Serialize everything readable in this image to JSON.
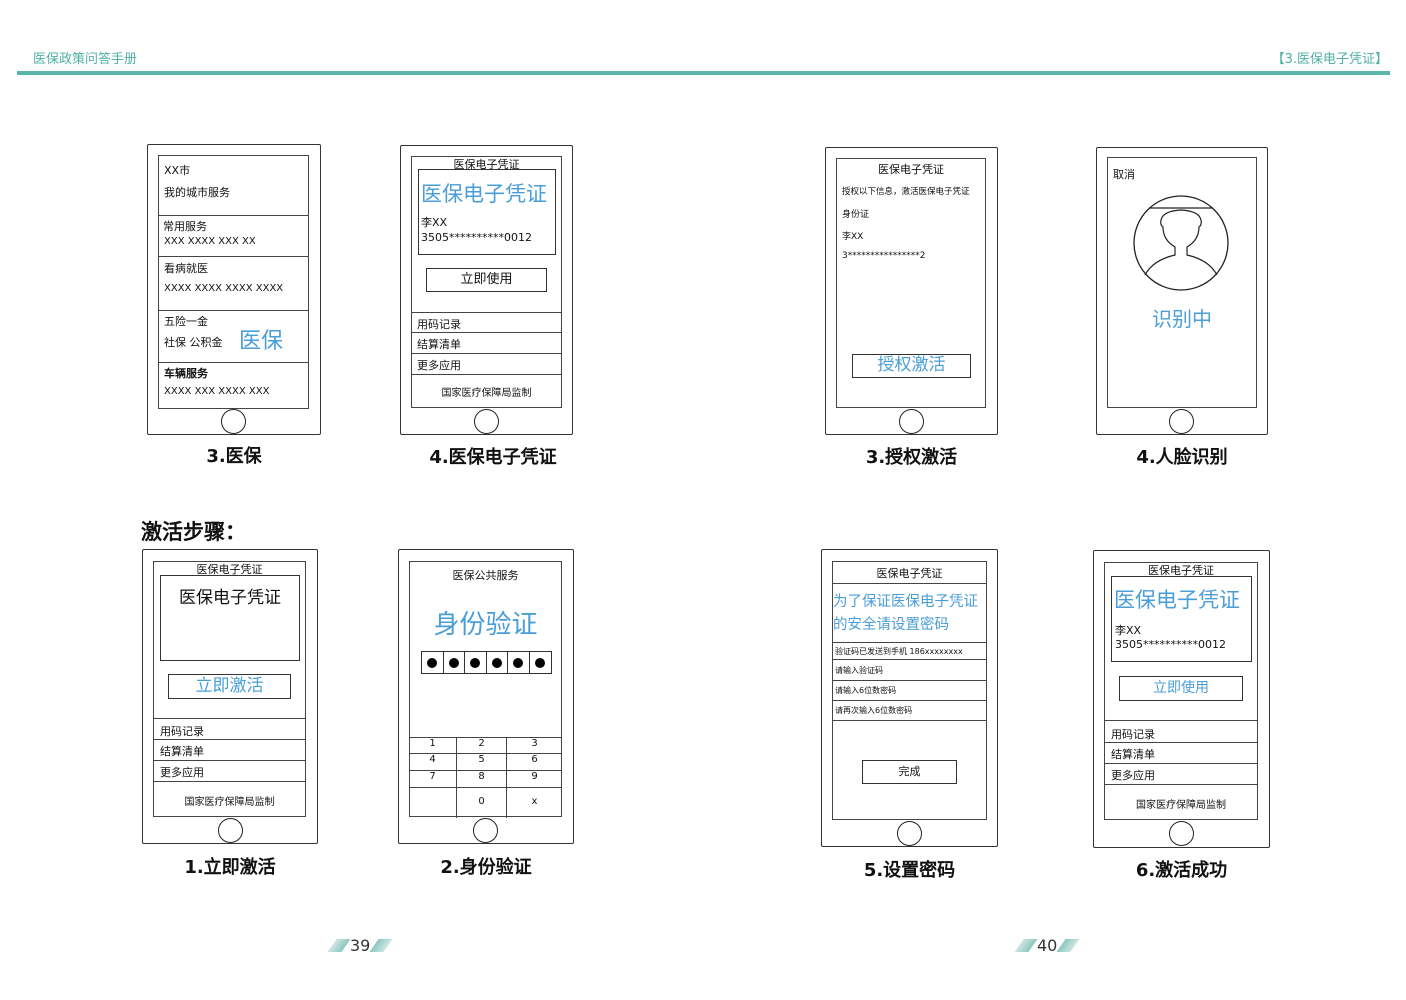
{
  "header": {
    "left": "医保政策问答手册",
    "right": "【3.医保电子凭证】",
    "accent": "#4fb0a5"
  },
  "section_title": "激活步骤：",
  "common": {
    "card_title": "医保电子凭证",
    "name": "李XX",
    "id": "3505**********0012",
    "use_now": "立即使用",
    "list": [
      "用码记录",
      "结算清单",
      "更多应用"
    ],
    "footer": "国家医疗保障局监制"
  },
  "a1": {
    "city": "XX市",
    "my": "我的城市服务",
    "r1": "常用服务",
    "r1v": "XXX    XXXX    XXX   XX",
    "r2": "看病就医",
    "r2v": "XXXX   XXXX   XXXX  XXXX",
    "r3": "五险一金",
    "r3v": "社保  公积金",
    "r3big": "医保",
    "r4": "车辆服务",
    "r4v": "XXXX   XXX   XXXX   XXX",
    "caption": "3.医保"
  },
  "a2": {
    "caption": "4.医保电子凭证"
  },
  "a3": {
    "title": "医保电子凭证",
    "auth": "授权以下信息，激活医保电子凭证",
    "idcard": "身份证",
    "name": "李XX",
    "id": "3****************2",
    "button": "授权激活",
    "caption": "3.授权激活"
  },
  "a4": {
    "cancel": "取消",
    "status": "识别中",
    "caption": "4.人脸识别"
  },
  "b1": {
    "button": "立即激活",
    "caption": "1.立即激活"
  },
  "b2": {
    "title": "医保公共服务",
    "big": "身份验证",
    "keys": [
      "1",
      "2",
      "3",
      "4",
      "5",
      "6",
      "7",
      "8",
      "9",
      "",
      "0",
      "x"
    ],
    "caption": "2.身份验证"
  },
  "b3": {
    "blue1": "为了保证医保电子凭证",
    "blue2": "的安全请设置密码",
    "sent": "验证码已发送到手机 186xxxxxxxx",
    "f1": "请输入验证码",
    "f2": "请输入6位数密码",
    "f3": "请再次输入6位数密码",
    "done": "完成",
    "caption": "5.设置密码"
  },
  "b4": {
    "caption": "6.激活成功"
  },
  "pages": {
    "left": "39",
    "right": "40"
  }
}
